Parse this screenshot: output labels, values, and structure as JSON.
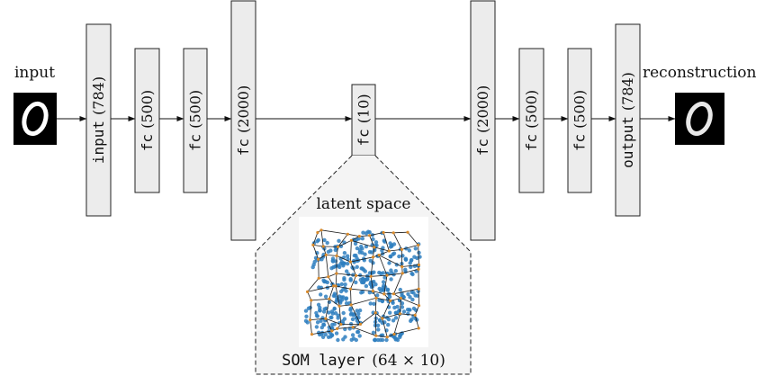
{
  "labels": {
    "input": "input",
    "reconstruction": "reconstruction",
    "latent_space": "latent space",
    "som_name": "SOM layer",
    "som_size": "(64 × 10)"
  },
  "layers": [
    {
      "name": "input",
      "size": "(784)"
    },
    {
      "name": "fc",
      "size": "(500)"
    },
    {
      "name": "fc",
      "size": "(500)"
    },
    {
      "name": "fc",
      "size": "(2000)"
    },
    {
      "name": "fc",
      "size": "(10)"
    },
    {
      "name": "fc",
      "size": "(2000)"
    },
    {
      "name": "fc",
      "size": "(500)"
    },
    {
      "name": "fc",
      "size": "(500)"
    },
    {
      "name": "output",
      "size": "(784)"
    }
  ],
  "digit": "0",
  "colors": {
    "layer_fill": "#ececec",
    "scatter_point": "#2f7fbf",
    "som_node": "#d98a2b",
    "som_edge": "#1a1a1a"
  },
  "icons": {
    "input_image": "mnist-digit-zero",
    "output_image": "mnist-digit-zero-reconstructed",
    "latent_plot": "som-scatter-grid"
  }
}
